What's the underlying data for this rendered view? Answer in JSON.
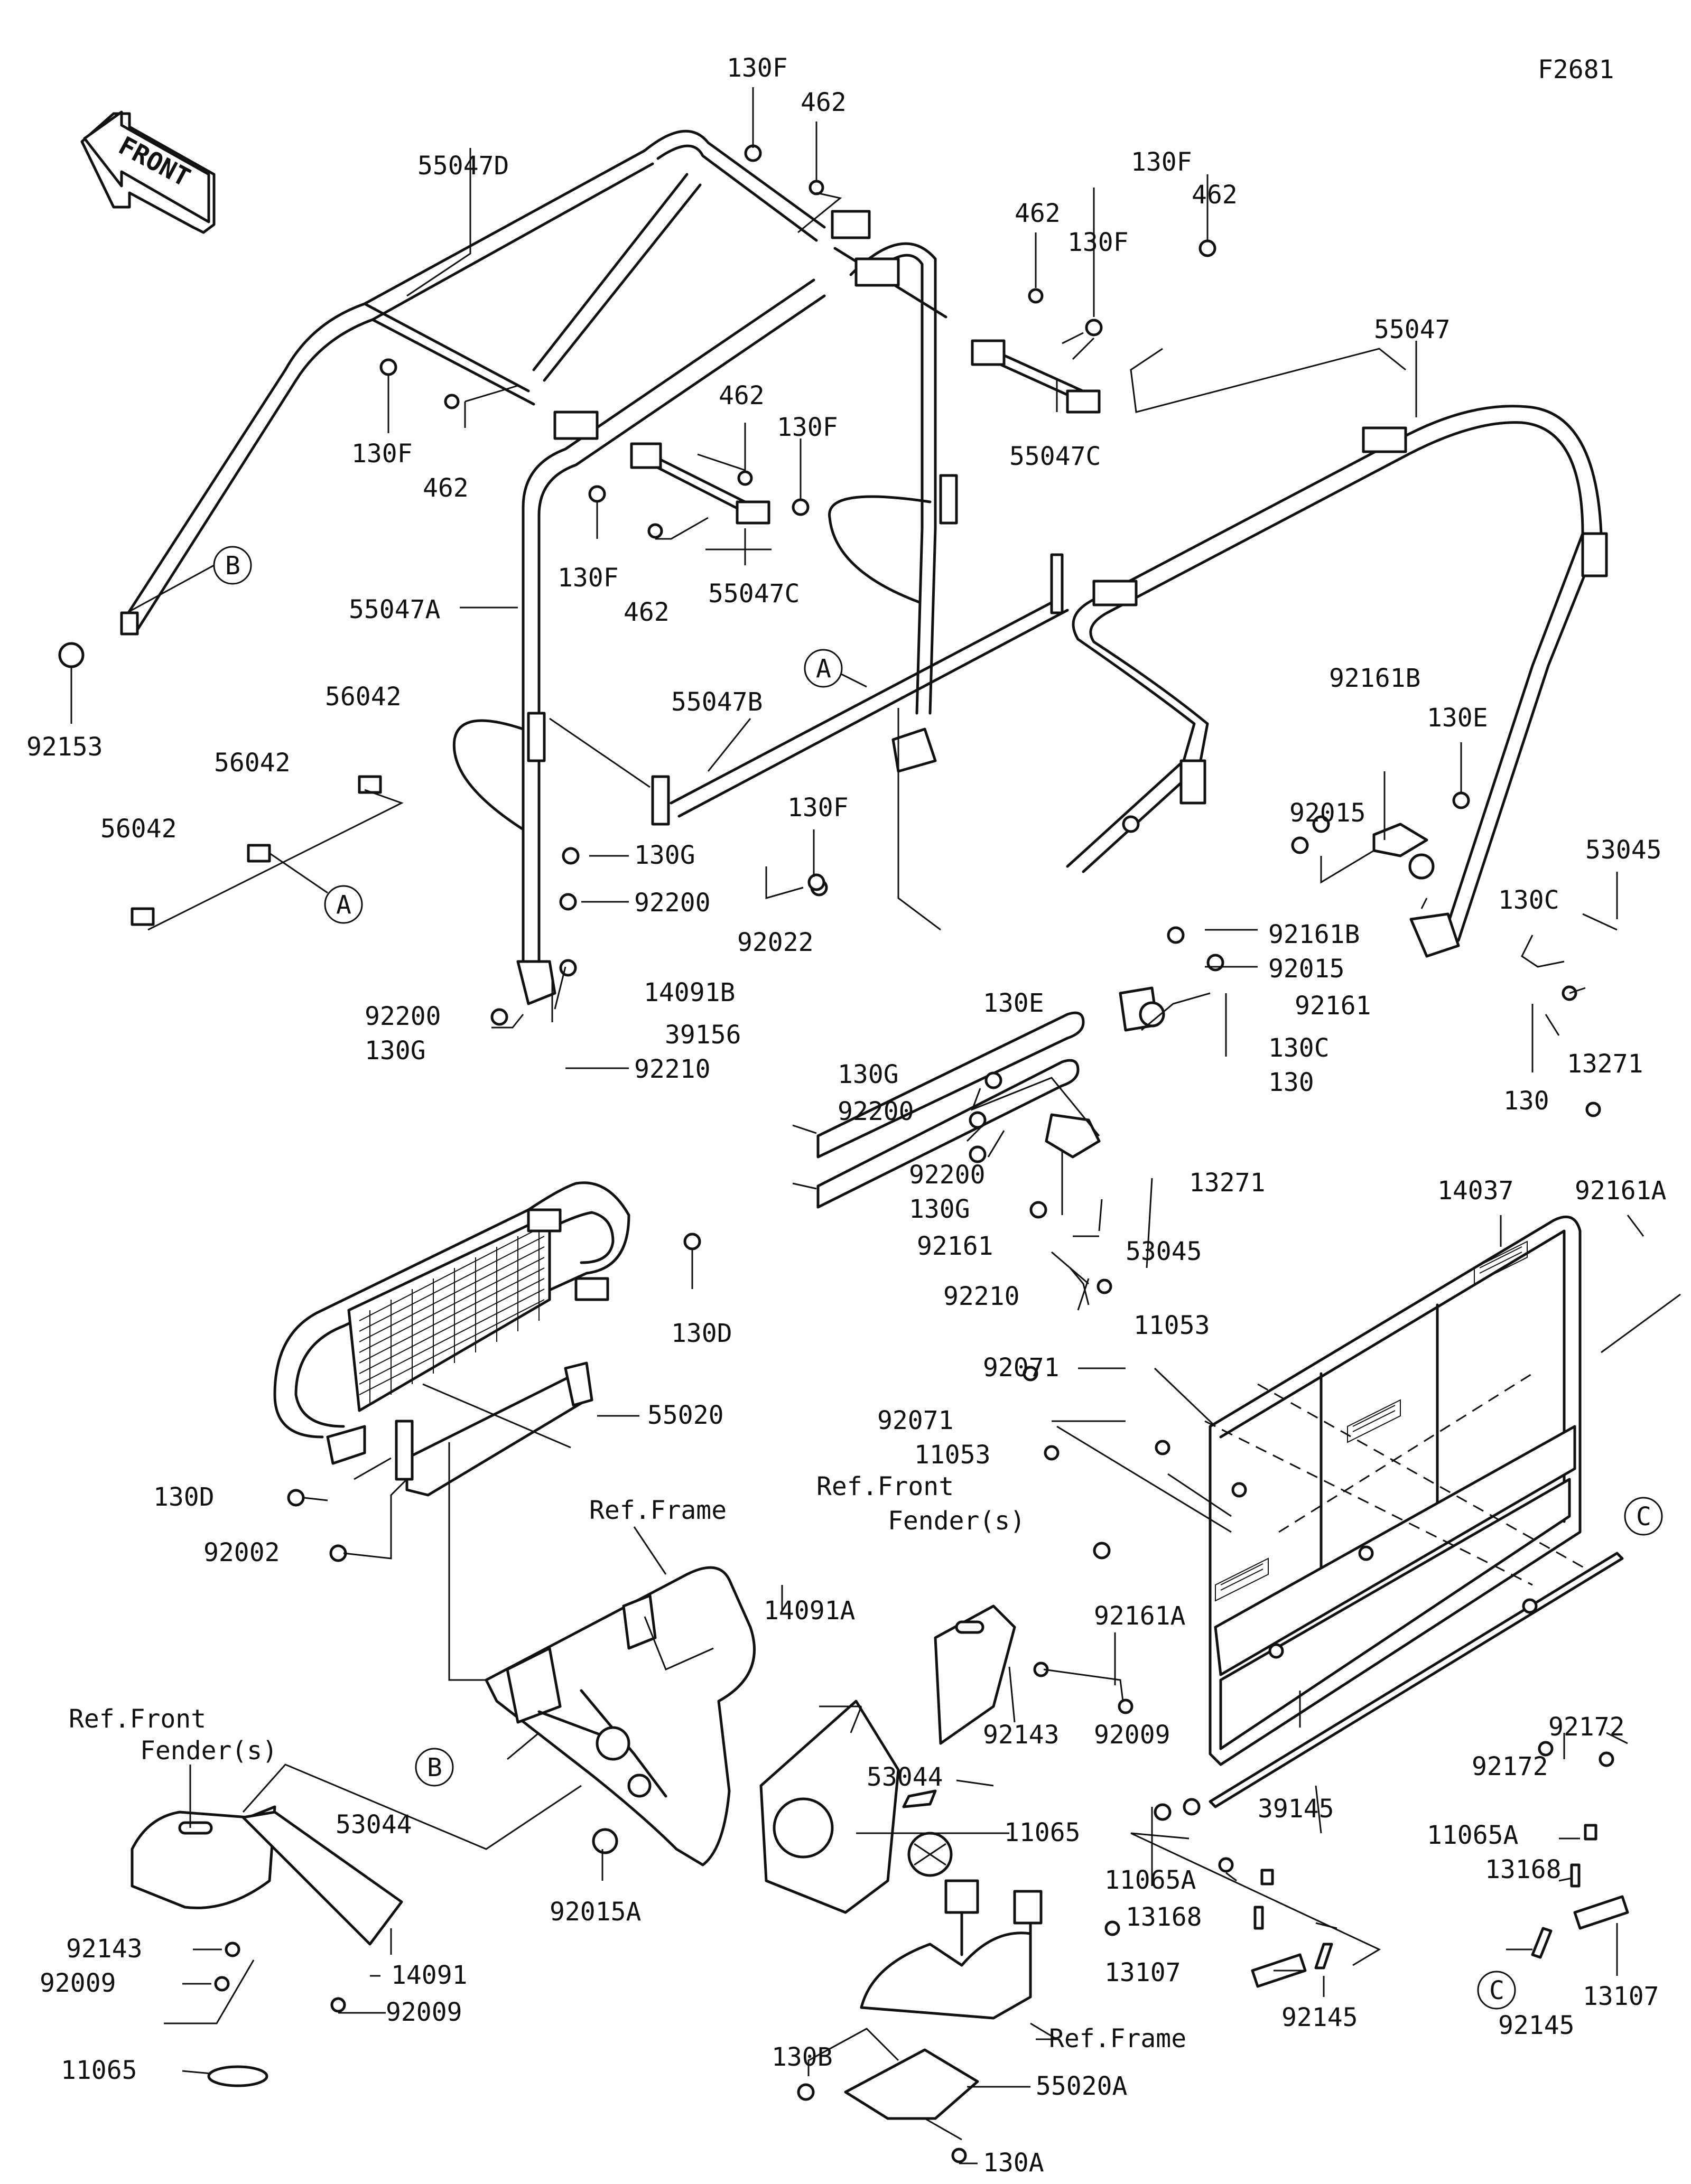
{
  "diagram_id": "F2681",
  "front_arrow": {
    "text": "FRONT",
    "icon": "front-direction-arrow-icon"
  },
  "callouts": [
    "A",
    "B",
    "C"
  ],
  "labels": {
    "l_130F_top": "130F",
    "l_462_top": "462",
    "l_55047D": "55047D",
    "l_130F_r1": "130F",
    "l_462_r1": "462",
    "l_462_r2": "462",
    "l_130F_r2": "130F",
    "l_55047": "55047",
    "l_130F_l": "130F",
    "l_462_l": "462",
    "l_55047C_r": "55047C",
    "l_462_m": "462",
    "l_130F_m": "130F",
    "l_130F_m2": "130F",
    "l_462_m2": "462",
    "l_55047C_m": "55047C",
    "l_55047A": "55047A",
    "l_92153": "92153",
    "l_56042_a": "56042",
    "l_56042_b": "56042",
    "l_56042_c": "56042",
    "l_55047B": "55047B",
    "l_130F_c": "130F",
    "l_130G_a": "130G",
    "l_92200_a": "92200",
    "l_92022": "92022",
    "l_92200_b": "92200",
    "l_130G_b": "130G",
    "l_92210_a": "92210",
    "l_14091B": "14091B",
    "l_39156": "39156",
    "l_92161B_a": "92161B",
    "l_130E_a": "130E",
    "l_92015_a": "92015",
    "l_53045_a": "53045",
    "l_92161B_b": "92161B",
    "l_92015_b": "92015",
    "l_130C_a": "130C",
    "l_92161_a": "92161",
    "l_130E_b": "130E",
    "l_13271_a": "13271",
    "l_130_a": "130",
    "l_130C_b": "130C",
    "l_130_b": "130",
    "l_130G_c": "130G",
    "l_92200_c": "92200",
    "l_92200_d": "92200",
    "l_130G_d": "130G",
    "l_92161_b": "92161",
    "l_13271_b": "13271",
    "l_53045_b": "53045",
    "l_92210_b": "92210",
    "l_14037": "14037",
    "l_92161A_a": "92161A",
    "l_130D_a": "130D",
    "l_55020": "55020",
    "l_11053_a": "11053",
    "l_92071_a": "92071",
    "l_92071_b": "92071",
    "l_11053_b": "11053",
    "l_130D_b": "130D",
    "l_92002": "92002",
    "l_ref_frame_a": "Ref.Frame",
    "l_ref_fender_a1": "Ref.Front",
    "l_ref_fender_a2": "Fender(s)",
    "l_14091A": "14091A",
    "l_92161A_b": "92161A",
    "l_92143_a": "92143",
    "l_92009_a": "92009",
    "l_92172_a": "92172",
    "l_92172_b": "92172",
    "l_ref_fender_b1": "Ref.Front",
    "l_ref_fender_b2": "Fender(s)",
    "l_53044_a": "53044",
    "l_11065_a": "11065",
    "l_39145": "39145",
    "l_53044_b": "53044",
    "l_92015A": "92015A",
    "l_11065A_a": "11065A",
    "l_13168_a": "13168",
    "l_13107_a": "13107",
    "l_92145_a": "92145",
    "l_11065A_b": "11065A",
    "l_13168_b": "13168",
    "l_13107_b": "13107",
    "l_92145_b": "92145",
    "l_92143_b": "92143",
    "l_92009_b": "92009",
    "l_14091": "14091",
    "l_92009_c": "92009",
    "l_11065_b": "11065",
    "l_130B": "130B",
    "l_ref_frame_b": "Ref.Frame",
    "l_55020A": "55020A",
    "l_130A": "130A"
  }
}
